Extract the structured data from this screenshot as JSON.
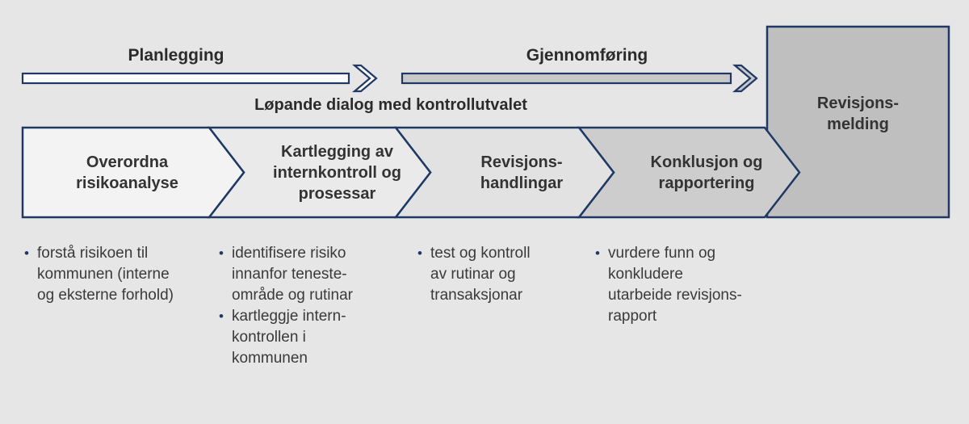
{
  "colors": {
    "background": "#e6e6e6",
    "navy_outline": "#1f3864",
    "stage1_fill": "#f3f3f3",
    "stage2_fill": "#eaeaea",
    "stage3_fill": "#e2e2e2",
    "stage4_fill": "#cdcdcd",
    "result_box_fill": "#bfbfbf",
    "arrow1_fill": "#fdfdfd",
    "arrow2_fill": "#c8c8c8",
    "heading_text": "#2b2b2b",
    "body_text": "#3a3a3a"
  },
  "phases": {
    "planning_label": "Planlegging",
    "execution_label": "Gjennomføring",
    "dialog_caption": "Løpande dialog med kontrollutvalet"
  },
  "stages": [
    {
      "label": "Overordna\nrisikoanalyse"
    },
    {
      "label": "Kartlegging av\ninternkontroll og\nprosessar"
    },
    {
      "label": "Revisjons-\nhandlingar"
    },
    {
      "label": "Konklusjon og\nrapportering"
    }
  ],
  "result_box": {
    "label": "Revisjons-\nmelding"
  },
  "bullet_columns": [
    {
      "items": [
        "forstå risikoen til\nkommunen (interne\nog eksterne forhold)"
      ]
    },
    {
      "items": [
        "identifisere risiko\ninnanfor teneste-\nområde og rutinar",
        "kartleggje intern-\nkontrollen i\nkommunen"
      ]
    },
    {
      "items": [
        "test og kontroll\nav rutinar og\ntransaksjonar"
      ]
    },
    {
      "items": [
        "vurdere funn og\nkonkludere\nutarbeide revisjons-\nrapport"
      ]
    }
  ],
  "bullet_glyph": "•"
}
